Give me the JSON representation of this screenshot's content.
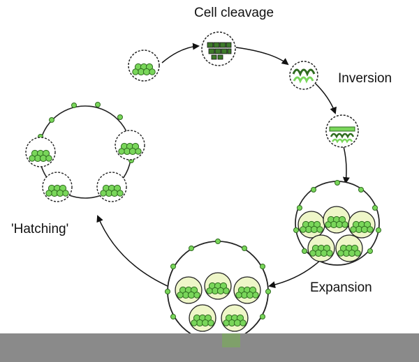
{
  "labels": {
    "cell_cleavage": "Cell cleavage",
    "inversion": "Inversion",
    "expansion": "Expansion",
    "hatching": "'Hatching'"
  },
  "colors": {
    "cell_fill": "#79d65a",
    "cell_stroke": "#2f6b1f",
    "daughter_fill": "#eef6c8",
    "outline": "#222222",
    "background": "#ffffff",
    "footer": "#8a8a8a"
  }
}
